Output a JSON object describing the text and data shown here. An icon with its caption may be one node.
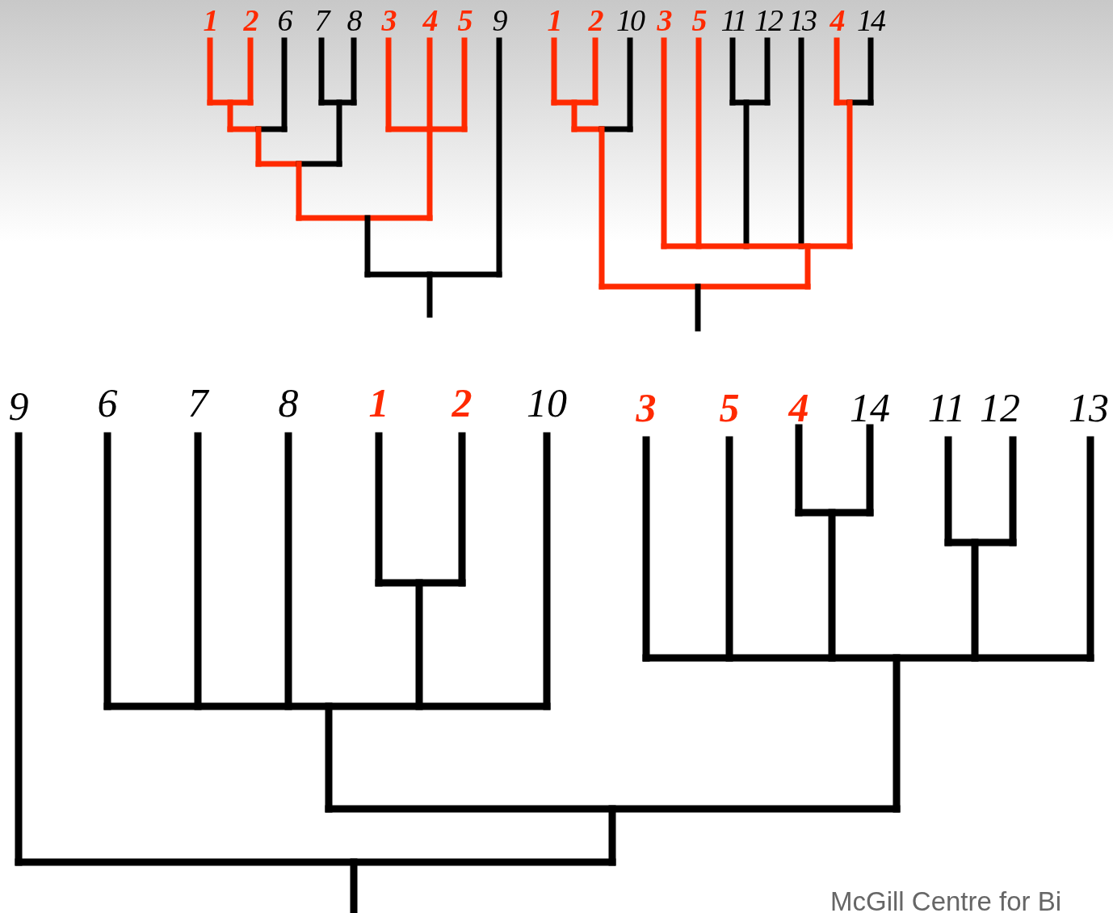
{
  "diagram": {
    "labels": [
      "1",
      "2",
      "6",
      "7",
      "8",
      "3",
      "4",
      "5",
      "9",
      "1",
      "2",
      "10",
      "3",
      "5",
      "11",
      "12",
      "13",
      "4",
      "14",
      "9",
      "6",
      "7",
      "8",
      "1",
      "2",
      "10",
      "3",
      "5",
      "4",
      "14",
      "11",
      "12",
      "13",
      "McGill Centre for Bi"
    ]
  }
}
